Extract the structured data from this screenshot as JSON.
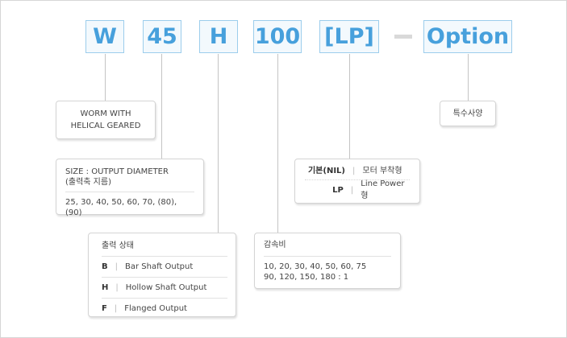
{
  "code_parts": [
    "W",
    "45",
    "H",
    "100",
    "[LP]",
    "Option"
  ],
  "worm_box": {
    "line1": "WORM WITH",
    "line2": "HELICAL GEARED"
  },
  "size_box": {
    "line1": "SIZE : OUTPUT DIAMETER",
    "line2": "(출력축 지름)",
    "values": "25, 30, 40, 50, 60, 70, (80), (90)"
  },
  "output_box": {
    "title": "출력 상태",
    "rows": [
      {
        "key": "B",
        "label": "Bar Shaft Output"
      },
      {
        "key": "H",
        "label": "Hollow Shaft Output"
      },
      {
        "key": "F",
        "label": "Flanged Output"
      }
    ]
  },
  "ratio_box": {
    "title": "감속비",
    "line1": "10, 20, 30, 40, 50, 60, 75",
    "line2": "90, 120, 150, 180 : 1"
  },
  "motor_box": {
    "rows": [
      {
        "key": "기본(NIL)",
        "label": "모터 부착형"
      },
      {
        "key": "LP",
        "label": "Line Power형"
      }
    ]
  },
  "option_box": {
    "label": "특수사양"
  },
  "colors": {
    "code_text": "#47a0dc",
    "code_border": "#9ccdec",
    "code_bg": "#f3f9fd"
  }
}
